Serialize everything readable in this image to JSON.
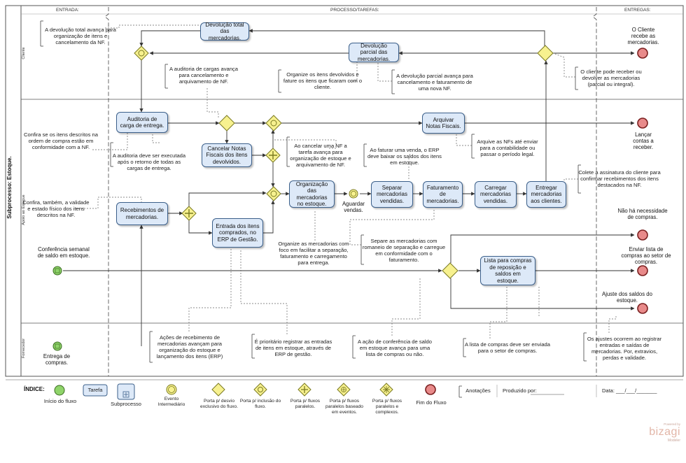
{
  "pool_title": "Subprocesso: Estoque.",
  "phases": {
    "entrada": "ENTRADA:",
    "processo": "PROCESSO/TAREFAS:",
    "entregas": "ENTREGAS:"
  },
  "lanes": {
    "cliente": "Cliente",
    "apoio": "Apoio ao Estoque",
    "fornecedor": "Fornecedor"
  },
  "tasks": {
    "devolucao_total": "Devolução total das mercadorias.",
    "devolucao_parcial": "Devolução parcial das mercadorias.",
    "auditoria": "Auditoria de carga de entrega.",
    "cancelar_notas": "Cancelar Notas Fiscais dos itens devolvidos.",
    "arquivar": "Arquivar Notas Fiscais.",
    "recebimentos": "Recebimentos de mercadorias.",
    "entrada_itens": "Entrada dos itens comprados, no ERP de Gestão.",
    "organizacao": "Organização das mercadorias no estoque.",
    "separar": "Separar mercadorias vendidas.",
    "faturamento": "Faturamento de mercadorias.",
    "carregar": "Carregar mercadorias vendidas.",
    "entregar": "Entregar mercadorias aos clientes.",
    "lista_compras": "Lista para compras de reposição e saldos em estoque."
  },
  "labels": {
    "cliente_recebe": "O Cliente recebe as mercadorias.",
    "lancar_contas": "Lançar contas a receber.",
    "nao_ha": "Não há necessidade de compras.",
    "enviar_lista": "Enviar lista de compras ao setor de compras.",
    "ajuste_saldos": "Ajuste dos saldos do estoque.",
    "conferencia": "Conferência semanal de saldo em estoque.",
    "entrega_compras": "Entrega de compras.",
    "aguardar_vendas": "Aguardar vendas."
  },
  "notes": {
    "n1": "A devolução total avança para organização de itens e cancelamento da NF.",
    "n2": "A auditoria de cargas avança para cancelamento e arquivamento de NF.",
    "n3": "Organize os itens devolvidos e fature os itens que ficaram com o cliente.",
    "n4": "A devolução parcial avança para cancelamento e faturamento de uma nova NF.",
    "n5": "O cliente pode receber ou devolver as mercadorias (parcial ou integral).",
    "n6": "Confira se os itens descritos na ordem de compra estão em conformidade com a NF.",
    "n7": "A auditoria deve ser executada após o retorno de todas as cargas de entrega.",
    "n8": "Ao cancelar uma NF a tarefa avança para organização de estoque e arquivamento de NF.",
    "n9": "Arquive as NFs até enviar para a contabilidade ou passar o período legal.",
    "n10": "Ao faturar uma venda, o ERP deve baixar os saldos dos itens em estoque.",
    "n11": "Colete a assinatura do cliente para confirmar recebimentos dos itens destacados na NF.",
    "n12": "Confira, também, a validade e estado físico dos itens descritos na NF.",
    "n13": "Organize as mercadorias com foco em facilitar a separação, faturamento e carregamento para entrega.",
    "n14": "Separe as mercadorias com romaneio de separação e carregue em conformidade com o faturamento.",
    "n15": "Ações de recebimento de mercadorias avançam para organização do estoque e lançamento dos itens (ERP)",
    "n16": "É prioritário registrar as entradas de itens em estoque, através de ERP de gestão.",
    "n17": "A ação de conferência de saldo em estoque avança para uma lista de compras ou não.",
    "n18": "A lista de compras deve ser enviada para o setor de compras.",
    "n19": "Os ajustes ocorrem ao registrar entradas e saídas de mercadorias. Por, extravios, perdas e validade."
  },
  "legend": {
    "title": "ÍNDICE:",
    "inicio": "Início do fluxo",
    "tarefa": "Tarefa",
    "subprocesso": "Subprocesso",
    "evento": "Evento Intermediário",
    "porta_exclusivo": "Porta p/ desvio exclusivo do fluxo.",
    "porta_inclusao": "Porta p/ inclusão do fluxo.",
    "porta_paralelos": "Porta p/ fluxos paralelos.",
    "porta_eventos": "Porta p/ fluxos paralelos baseado em eventos.",
    "porta_complexos": "Porta p/ fluxos paralelos e complexos.",
    "fim": "Fim do Fluxo",
    "anotacoes": "Anotações",
    "produzido": "Produzido por:",
    "data": "Data: ___/___/_______"
  },
  "brand": {
    "powered": "Powered by",
    "name": "bizagi",
    "edition": "Modeler"
  },
  "colors": {
    "task_fill": "#dde9f8",
    "task_border": "#3b5f8a",
    "start": "#8fd46a",
    "gateway": "#f7f18f",
    "end": "#e88a8a"
  }
}
